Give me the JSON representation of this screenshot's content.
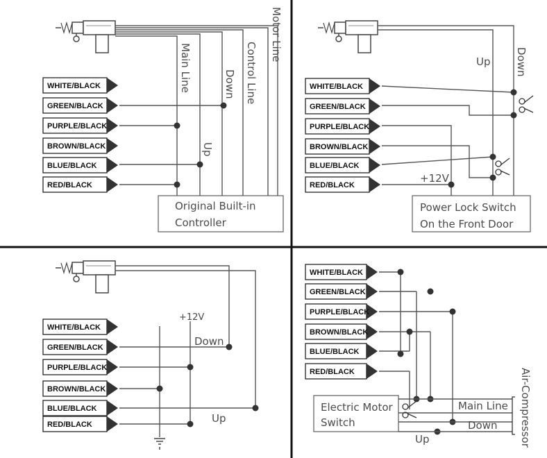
{
  "colors": {
    "wire": "#555555",
    "divider": "#111111",
    "label": "#4a4a4a"
  },
  "panel1": {
    "tags": [
      "WHITE/BLACK",
      "GREEN/BLACK",
      "PURPLE/BLACK",
      "BROWN/BLACK",
      "BLUE/BLACK",
      "RED/BLACK"
    ],
    "labels": {
      "main_line": "Main Line",
      "down": "Down",
      "control_line": "Control Line",
      "motor_line": "Motor Line",
      "up": "Up"
    },
    "box": [
      "Original Built-in",
      "Controller"
    ]
  },
  "panel2": {
    "tags": [
      "WHITE/BLACK",
      "GREEN/BLACK",
      "PURPLE/BLACK",
      "BROWN/BLACK",
      "BLUE/BLACK",
      "RED/BLACK"
    ],
    "labels": {
      "up": "Up",
      "down": "Down",
      "v12": "+12V"
    },
    "box": [
      "Power Lock Switch",
      "On the Front Door"
    ]
  },
  "panel3": {
    "tags": [
      "WHITE/BLACK",
      "GREEN/BLACK",
      "PURPLE/BLACK",
      "BROWN/BLACK",
      "BLUE/BLACK",
      "RED/BLACK"
    ],
    "labels": {
      "v12": "+12V",
      "down": "Down",
      "up": "Up"
    }
  },
  "panel4": {
    "tags": [
      "WHITE/BLACK",
      "GREEN/BLACK",
      "PURPLE/BLACK",
      "BROWN/BLACK",
      "BLUE/BLACK",
      "RED/BLACK"
    ],
    "labels": {
      "main_line": "Main Line",
      "down": "Down",
      "up": "Up",
      "air_compressor": "Air-Compressor"
    },
    "box": [
      "Electric Motor",
      "Switch"
    ]
  }
}
